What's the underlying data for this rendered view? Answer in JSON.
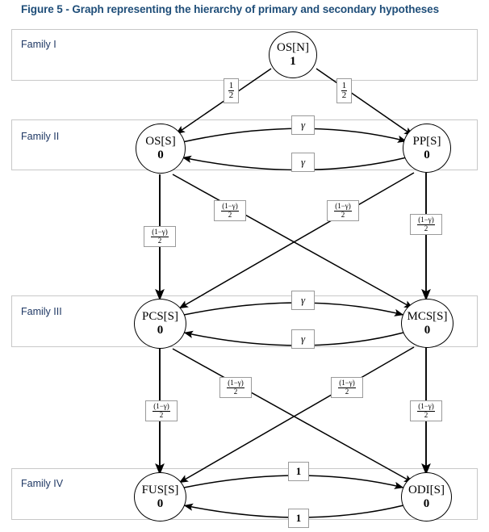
{
  "figure": {
    "title": "Figure 5 - Graph representing the hierarchy of primary and secondary hypotheses"
  },
  "families": [
    {
      "id": "family-1",
      "label": "Family I"
    },
    {
      "id": "family-2",
      "label": "Family II"
    },
    {
      "id": "family-3",
      "label": "Family III"
    },
    {
      "id": "family-4",
      "label": "Family IV"
    }
  ],
  "nodes": [
    {
      "id": "os-n",
      "label": "OS[N]",
      "value": "1",
      "family": "Family I"
    },
    {
      "id": "os-s",
      "label": "OS[S]",
      "value": "0",
      "family": "Family II"
    },
    {
      "id": "pp-s",
      "label": "PP[S]",
      "value": "0",
      "family": "Family II"
    },
    {
      "id": "pcs-s",
      "label": "PCS[S]",
      "value": "0",
      "family": "Family III"
    },
    {
      "id": "mcs-s",
      "label": "MCS[S]",
      "value": "0",
      "family": "Family III"
    },
    {
      "id": "fus-s",
      "label": "FUS[S]",
      "value": "0",
      "family": "Family IV"
    },
    {
      "id": "odi-s",
      "label": "ODI[S]",
      "value": "0",
      "family": "Family IV"
    }
  ],
  "edges": [
    {
      "id": "e-osn-oss",
      "from": "OS[N]",
      "to": "OS[S]",
      "weight": "1/2",
      "numerator": "1",
      "denominator": "2"
    },
    {
      "id": "e-osn-pps",
      "from": "OS[N]",
      "to": "PP[S]",
      "weight": "1/2",
      "numerator": "1",
      "denominator": "2"
    },
    {
      "id": "e-oss-pps",
      "from": "OS[S]",
      "to": "PP[S]",
      "weight": "γ"
    },
    {
      "id": "e-pps-oss",
      "from": "PP[S]",
      "to": "OS[S]",
      "weight": "γ"
    },
    {
      "id": "e-oss-pcs",
      "from": "OS[S]",
      "to": "PCS[S]",
      "weight": "(1-γ)/2",
      "numerator": "(1−γ)",
      "denominator": "2"
    },
    {
      "id": "e-oss-mcs",
      "from": "OS[S]",
      "to": "MCS[S]",
      "weight": "(1-γ)/2",
      "numerator": "(1−γ)",
      "denominator": "2"
    },
    {
      "id": "e-pps-pcs",
      "from": "PP[S]",
      "to": "PCS[S]",
      "weight": "(1-γ)/2",
      "numerator": "(1−γ)",
      "denominator": "2"
    },
    {
      "id": "e-pps-mcs",
      "from": "PP[S]",
      "to": "MCS[S]",
      "weight": "(1-γ)/2",
      "numerator": "(1−γ)",
      "denominator": "2"
    },
    {
      "id": "e-pcs-mcs",
      "from": "PCS[S]",
      "to": "MCS[S]",
      "weight": "γ"
    },
    {
      "id": "e-mcs-pcs",
      "from": "MCS[S]",
      "to": "PCS[S]",
      "weight": "γ"
    },
    {
      "id": "e-pcs-fus",
      "from": "PCS[S]",
      "to": "FUS[S]",
      "weight": "(1-γ)/2",
      "numerator": "(1−γ)",
      "denominator": "2"
    },
    {
      "id": "e-pcs-odi",
      "from": "PCS[S]",
      "to": "ODI[S]",
      "weight": "(1-γ)/2",
      "numerator": "(1−γ)",
      "denominator": "2"
    },
    {
      "id": "e-mcs-fus",
      "from": "MCS[S]",
      "to": "FUS[S]",
      "weight": "(1-γ)/2",
      "numerator": "(1−γ)",
      "denominator": "2"
    },
    {
      "id": "e-mcs-odi",
      "from": "MCS[S]",
      "to": "ODI[S]",
      "weight": "(1-γ)/2",
      "numerator": "(1−γ)",
      "denominator": "2"
    },
    {
      "id": "e-fus-odi",
      "from": "FUS[S]",
      "to": "ODI[S]",
      "weight": "1"
    },
    {
      "id": "e-odi-fus",
      "from": "ODI[S]",
      "to": "FUS[S]",
      "weight": "1"
    }
  ],
  "colors": {
    "title": "#1f4e79",
    "family_label": "#1f3864",
    "box_border": "#c8c8c8",
    "edge": "#000000",
    "label_border": "#9a9a9a",
    "background": "#ffffff"
  }
}
